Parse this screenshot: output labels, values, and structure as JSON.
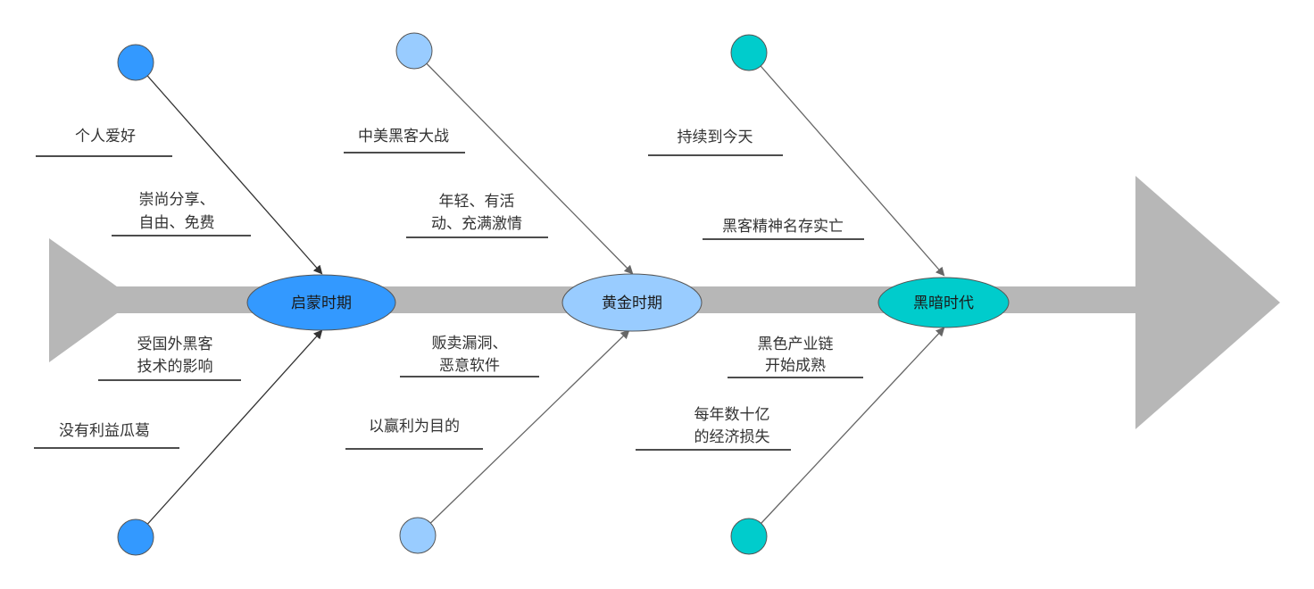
{
  "colors": {
    "spine": "#b7b7b7",
    "underline": "#4d4d4d",
    "stage1": "#3399ff",
    "stage2": "#99ccff",
    "stage3": "#00cccc",
    "stroke": "#555555"
  },
  "stages": [
    {
      "name": "启蒙时期",
      "color": "#3399ff",
      "causes": [
        {
          "lines": [
            "个人爱好"
          ]
        },
        {
          "lines": [
            "崇尚分享、",
            "自由、免费"
          ]
        },
        {
          "lines": [
            "受国外黑客",
            "技术的影响"
          ]
        },
        {
          "lines": [
            "没有利益瓜葛"
          ]
        }
      ]
    },
    {
      "name": "黄金时期",
      "color": "#99ccff",
      "causes": [
        {
          "lines": [
            "中美黑客大战"
          ]
        },
        {
          "lines": [
            "年轻、有活",
            "动、充满激情"
          ]
        },
        {
          "lines": [
            "贩卖漏洞、",
            "恶意软件"
          ]
        },
        {
          "lines": [
            "以赢利为目的"
          ]
        }
      ]
    },
    {
      "name": "黑暗时代",
      "color": "#00cccc",
      "causes": [
        {
          "lines": [
            "持续到今天"
          ]
        },
        {
          "lines": [
            "黑客精神名存实亡"
          ]
        },
        {
          "lines": [
            "黑色产业链",
            "开始成熟"
          ]
        },
        {
          "lines": [
            "每年数十亿",
            "的经济损失"
          ]
        }
      ]
    }
  ]
}
